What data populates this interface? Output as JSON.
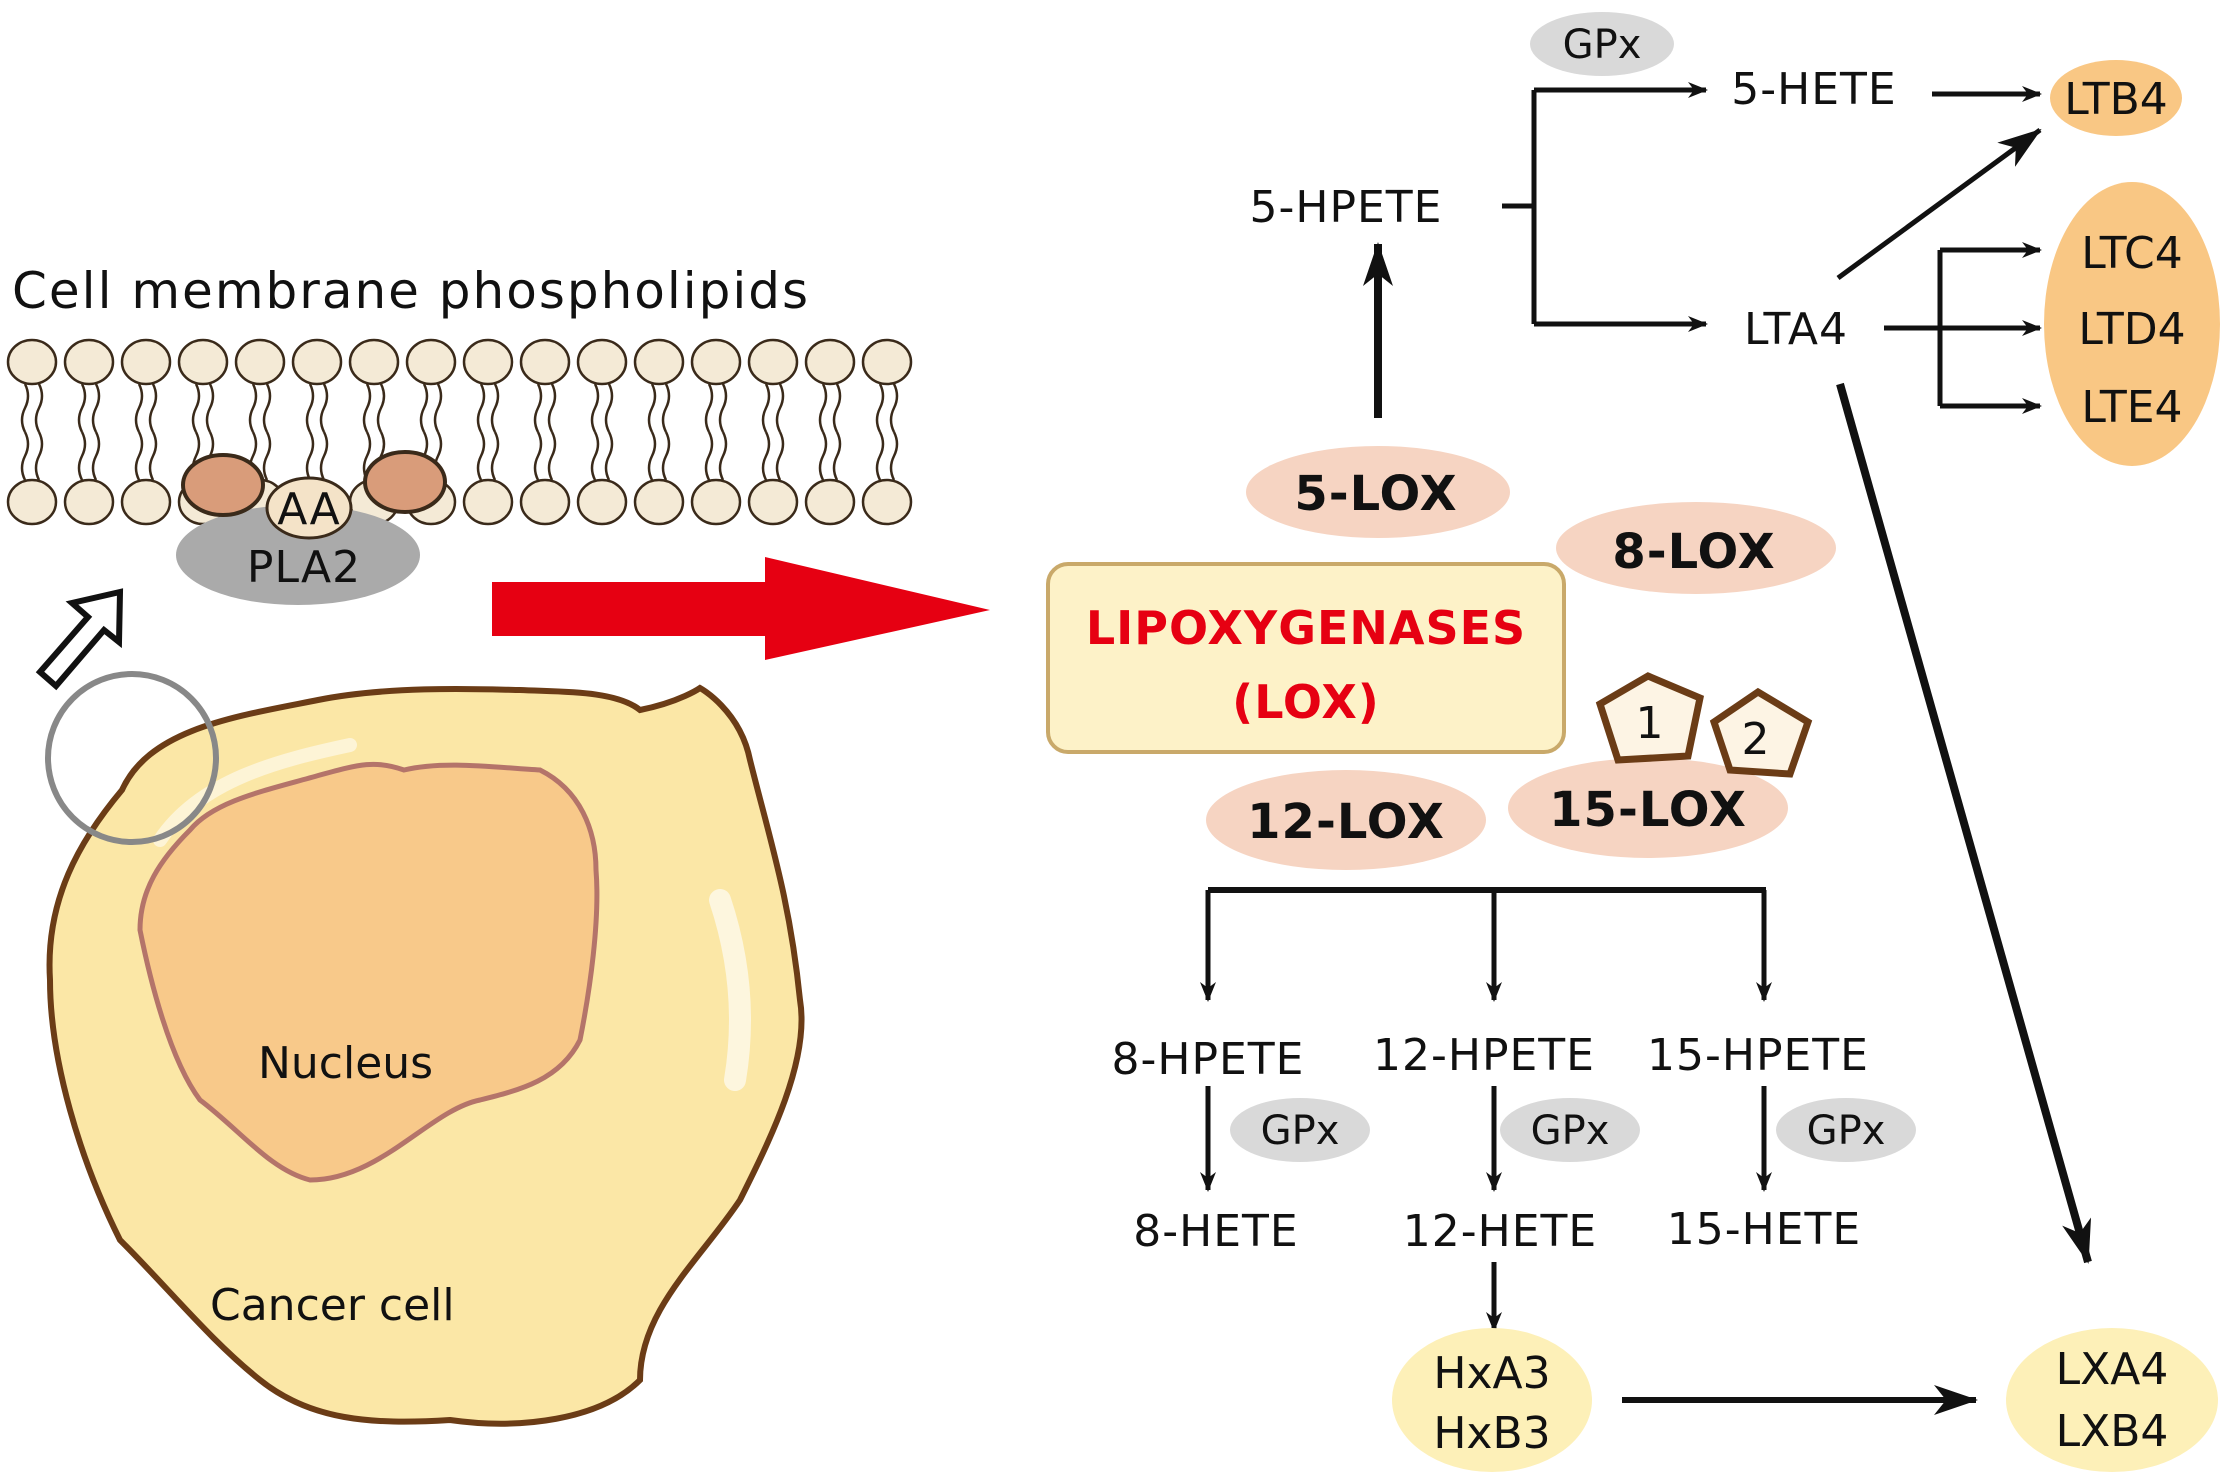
{
  "membrane": {
    "title": "Cell membrane phospholipids",
    "aa_label": "AA",
    "pla2_label": "PLA2"
  },
  "cell": {
    "nucleus_label": "Nucleus",
    "cell_label": "Cancer cell"
  },
  "lox": {
    "main_line1": "LIPOXYGENASES",
    "main_line2": "(LOX)",
    "five": "5-LOX",
    "eight": "8-LOX",
    "twelve": "12-LOX",
    "fifteen": "15-LOX",
    "isoform1": "1",
    "isoform2": "2"
  },
  "pathway5": {
    "hpete": "5-HPETE",
    "gpx": "GPx",
    "hete": "5-HETE",
    "lta4": "LTA4",
    "ltb4": "LTB4",
    "ltc4": "LTC4",
    "ltd4": "LTD4",
    "lte4": "LTE4"
  },
  "pathways_other": {
    "hpete8": "8-HPETE",
    "hpete12": "12-HPETE",
    "hpete15": "15-HPETE",
    "gpx8": "GPx",
    "gpx12": "GPx",
    "gpx15": "GPx",
    "hete8": "8-HETE",
    "hete12": "12-HETE",
    "hete15": "15-HETE",
    "hxa3": "HxA3",
    "hxb3": "HxB3",
    "lxa4": "LXA4",
    "lxb4": "LXB4"
  },
  "colors": {
    "red_arrow": "#e60012",
    "lox_ellipse": "#f6d4c2",
    "lox_box_fill": "#fdf2c8",
    "lox_box_stroke": "#c9a96a",
    "gpx_fill": "#d9d9d9",
    "lt_fill": "#f9c784",
    "hx_fill": "#fdf0b8",
    "cell_fill": "#fbe7a6",
    "nucleus_fill": "#f8c98a",
    "cell_outline": "#6b3c16"
  }
}
